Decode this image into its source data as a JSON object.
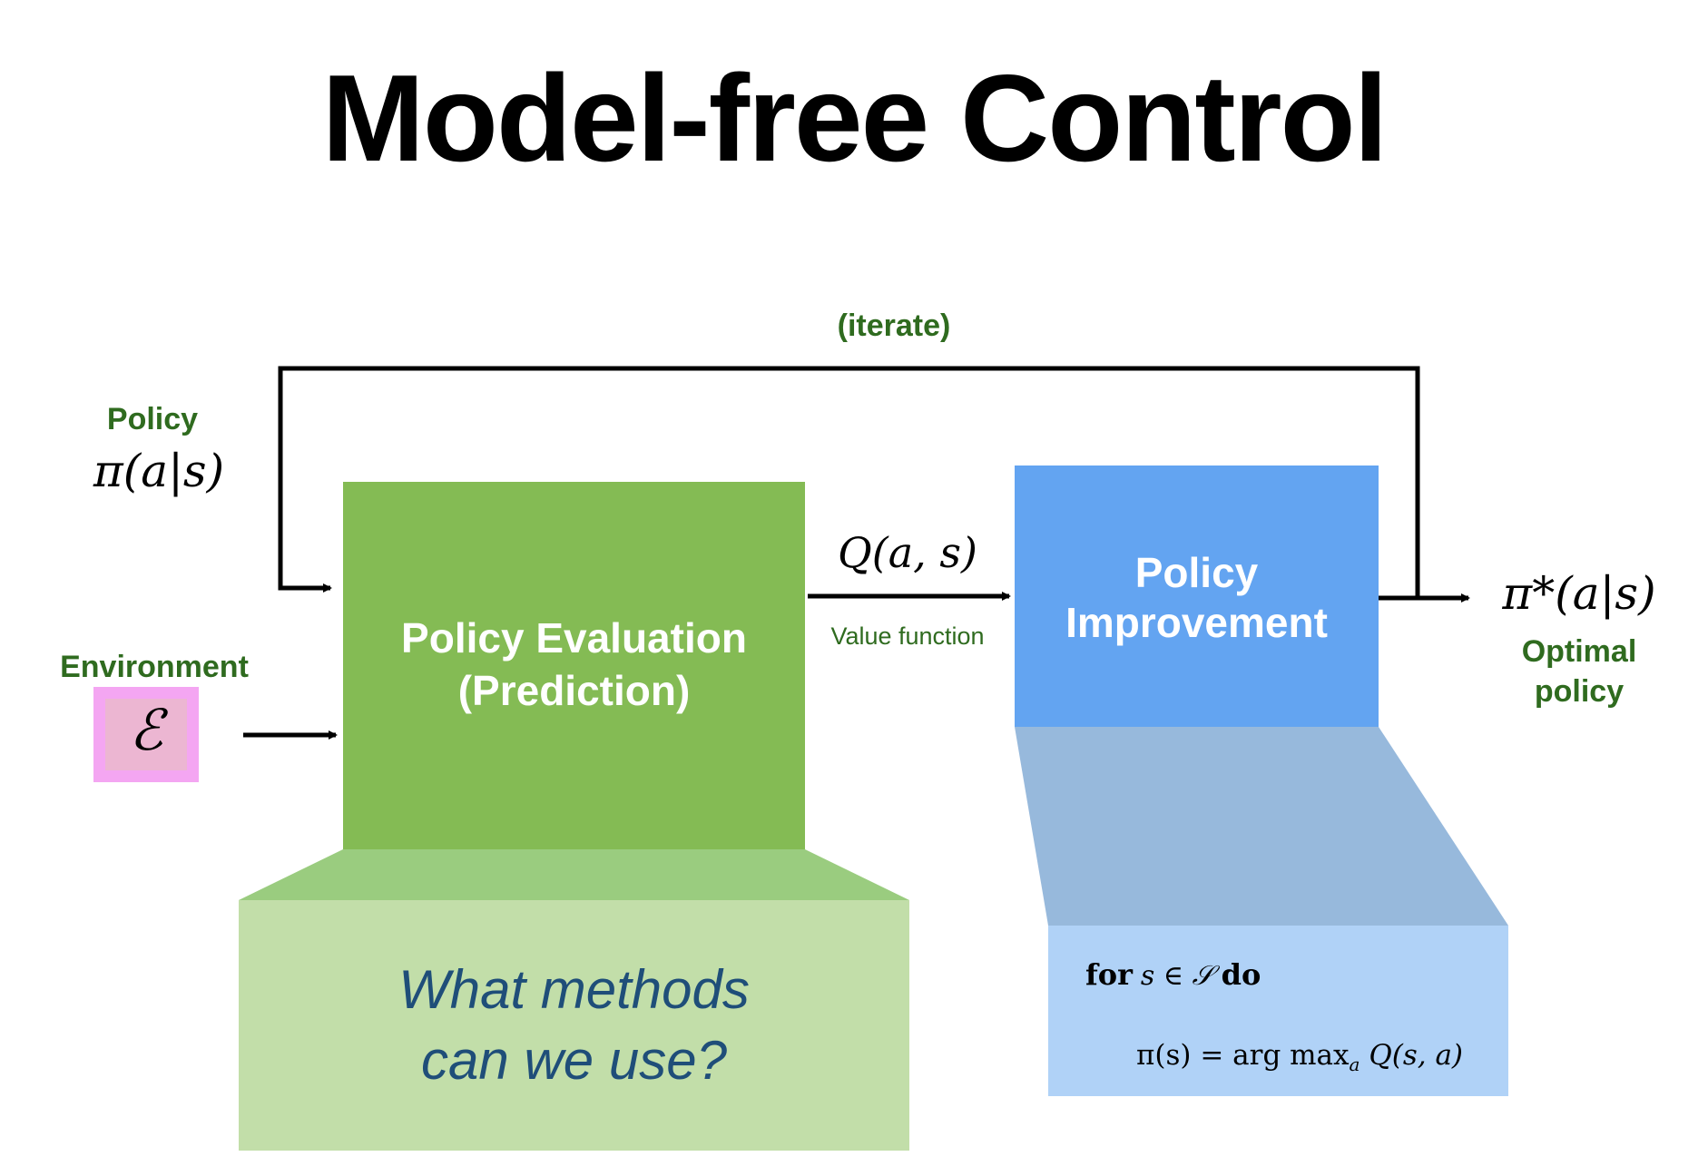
{
  "title": "Model-free Control",
  "iterate_label": "(iterate)",
  "policy_input": {
    "label": "Policy",
    "math": "π(a|s)"
  },
  "environment": {
    "label": "Environment",
    "symbol": "ℰ"
  },
  "policy_evaluation": {
    "line1": "Policy Evaluation",
    "line2": "(Prediction)"
  },
  "methods_question": {
    "line1": "What methods",
    "line2": "can we use?"
  },
  "value_function": {
    "math": "Q(a, s)",
    "label": "Value function"
  },
  "policy_improvement": {
    "line1": "Policy",
    "line2": "Improvement"
  },
  "algorithm": {
    "line1_kw1": "for",
    "line1_var": "s ∈ 𝒮",
    "line1_kw2": "do",
    "line2": "π(s) = arg max",
    "line2_sub": "a",
    "line2_end": "Q(s, a)"
  },
  "optimal_policy": {
    "math": "π*(a|s)",
    "line1": "Optimal",
    "line2": "policy"
  },
  "colors": {
    "evaluation_green": "#84bb54",
    "methods_green": "#c2dea9",
    "connector_green": "#9acc7f",
    "improvement_blue": "#63a4f1",
    "connector_blue": "#97b9dc",
    "algorithm_blue": "#b0d2f7",
    "env_pink_border": "#f4a6f2",
    "env_pink_fill": "#ecb6d2",
    "label_green": "#2f6b1f",
    "question_blue": "#1f4e79"
  }
}
